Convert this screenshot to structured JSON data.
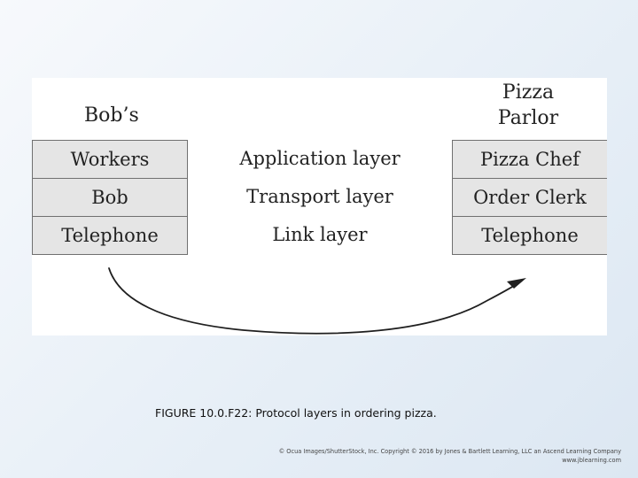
{
  "diagram": {
    "left_heading": "Bob’s",
    "right_heading_line1": "Pizza",
    "right_heading_line2": "Parlor",
    "left_stack": [
      "Workers",
      "Bob",
      "Telephone"
    ],
    "layers": [
      "Application layer",
      "Transport layer",
      "Link layer"
    ],
    "right_stack": [
      "Pizza Chef",
      "Order Clerk",
      "Telephone"
    ]
  },
  "caption": {
    "label": "FIGURE 10.0.F22:",
    "text": " Protocol layers in ordering pizza."
  },
  "credit": {
    "line1": "© Ocua Images/ShutterStock, Inc. Copyright © 2016 by Jones & Bartlett Learning, LLC an Ascend Learning Company",
    "line2": "www.jblearning.com"
  },
  "colors": {
    "cell_fill": "#e5e5e5",
    "cell_border": "#707070",
    "text": "#222222",
    "background": "#eaf1f8"
  }
}
